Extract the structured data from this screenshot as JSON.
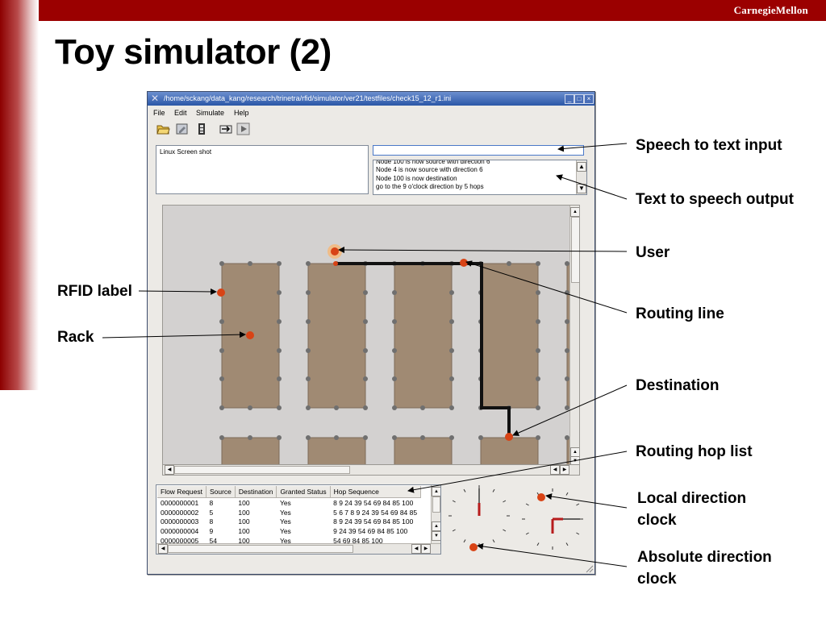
{
  "slide": {
    "brand": "CarnegieMellon",
    "title": "Toy simulator (2)"
  },
  "window": {
    "title": "/home/sckang/data_kang/research/trinetra/rfid/simulator/ver21/testfiles/check15_12_r1.ini"
  },
  "menu": [
    "File",
    "Edit",
    "Simulate",
    "Help"
  ],
  "toolbar_icons": [
    "open-folder-icon",
    "edit-icon",
    "rack-icon",
    "route-icon",
    "play-icon"
  ],
  "speech_log": {
    "text": "Linux Screen shot"
  },
  "speech_input": {
    "value": ""
  },
  "tts_output": {
    "lines": [
      "Node 100 is now source with direction 6",
      "Node 4 is now source with direction 6",
      "Node 100 is now destination",
      "go to the 9 o'clock direction by 5 hops"
    ]
  },
  "flow_table": {
    "headers": [
      "Flow Request",
      "Source",
      "Destination",
      "Granted Status",
      "Hop Sequence"
    ],
    "rows": [
      [
        "0000000001",
        "8",
        "100",
        "Yes",
        "8 9 24 39 54 69 84 85 100"
      ],
      [
        "0000000002",
        "5",
        "100",
        "Yes",
        "5 6 7 8 9 24 39 54 69 84 85"
      ],
      [
        "0000000003",
        "8",
        "100",
        "Yes",
        "8 9 24 39 54 69 84 85 100"
      ],
      [
        "0000000004",
        "9",
        "100",
        "Yes",
        "9 24 39 54 69 84 85 100"
      ],
      [
        "0000000005",
        "54",
        "100",
        "Yes",
        "54 69 84 85 100"
      ]
    ]
  },
  "callouts": {
    "speech_to_text": "Speech to text input",
    "text_to_speech": "Text to speech output",
    "user": "User",
    "routing_line": "Routing line",
    "destination": "Destination",
    "routing_hop_list": "Routing hop list",
    "local_clock_1": "Local direction",
    "local_clock_2": "clock",
    "absolute_clock_1": "Absolute direction",
    "absolute_clock_2": "clock",
    "rfid_label": "RFID label",
    "rack": "Rack"
  },
  "colors": {
    "brand_red": "#9b0000",
    "rack_brown": "#a08a73",
    "floor_gray": "#d3d1d0",
    "marker_red": "#d84315",
    "route_black": "#111111",
    "clock_hand": "#b71c1c"
  }
}
